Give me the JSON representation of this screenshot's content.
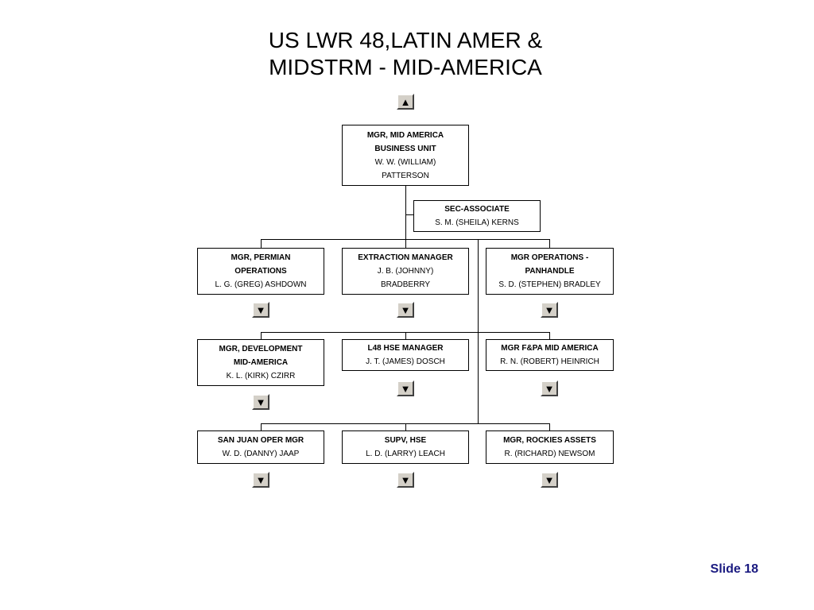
{
  "title": {
    "line1": "US LWR 48,LATIN AMER &",
    "line2": "MIDSTRM - MID-AMERICA"
  },
  "nav": {
    "up_icon": "▲",
    "down_icon": "▼"
  },
  "nodes": {
    "top": {
      "role": "MGR, MID AMERICA\nBUSINESS UNIT",
      "person": "W. W. (WILLIAM)\nPATTERSON"
    },
    "sec": {
      "role": "SEC-ASSOCIATE",
      "person": "S. M. (SHEILA) KERNS"
    },
    "permian": {
      "role": "MGR, PERMIAN\nOPERATIONS",
      "person": "L. G. (GREG) ASHDOWN"
    },
    "extraction": {
      "role": "EXTRACTION MANAGER",
      "person": "J. B. (JOHNNY)\nBRADBERRY"
    },
    "panhandle": {
      "role": "MGR OPERATIONS -\nPANHANDLE",
      "person": "S. D. (STEPHEN) BRADLEY"
    },
    "development": {
      "role": "MGR, DEVELOPMENT\nMID-AMERICA",
      "person": "K. L. (KIRK) CZIRR"
    },
    "hse_manager": {
      "role": "L48 HSE MANAGER",
      "person": "J. T. (JAMES) DOSCH"
    },
    "fpa": {
      "role": "MGR F&PA MID AMERICA",
      "person": "R. N. (ROBERT) HEINRICH"
    },
    "san_juan": {
      "role": "SAN JUAN OPER MGR",
      "person": "W. D. (DANNY) JAAP"
    },
    "supv_hse": {
      "role": "SUPV, HSE",
      "person": "L. D. (LARRY) LEACH"
    },
    "rockies": {
      "role": "MGR, ROCKIES ASSETS",
      "person": "R. (RICHARD) NEWSOM"
    }
  },
  "footer": {
    "slide_number": "Slide 18"
  }
}
